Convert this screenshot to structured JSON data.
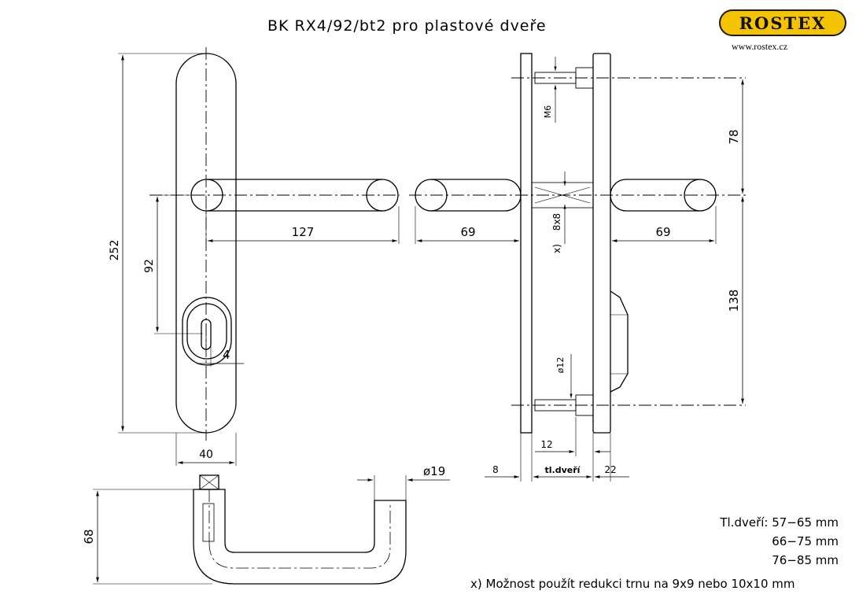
{
  "title": "BK RX4/92/bt2 pro plastové dveře",
  "brand": {
    "logo": "ROSTEX",
    "url": "www.rostex.cz",
    "color": "#f5c400"
  },
  "dimensions": {
    "d252": "252",
    "d92": "92",
    "d127": "127",
    "d40": "40",
    "d4": "4",
    "d69_left": "69",
    "d69_right": "69",
    "d78": "78",
    "d138": "138",
    "m6": "M6",
    "square": "8x8",
    "square_note": "x)",
    "d12_dia": "ø12",
    "d12": "12",
    "d8": "8",
    "thickness": "tl.dveří",
    "d22": "22",
    "d68": "68",
    "d19": "ø19"
  },
  "notes": {
    "label": "Tl.dveří:",
    "ranges": [
      "57−65  mm",
      "66−75  mm",
      "76−85  mm"
    ]
  },
  "footnote": "x) Možnost použít redukci trnu na 9x9 nebo 10x10 mm"
}
